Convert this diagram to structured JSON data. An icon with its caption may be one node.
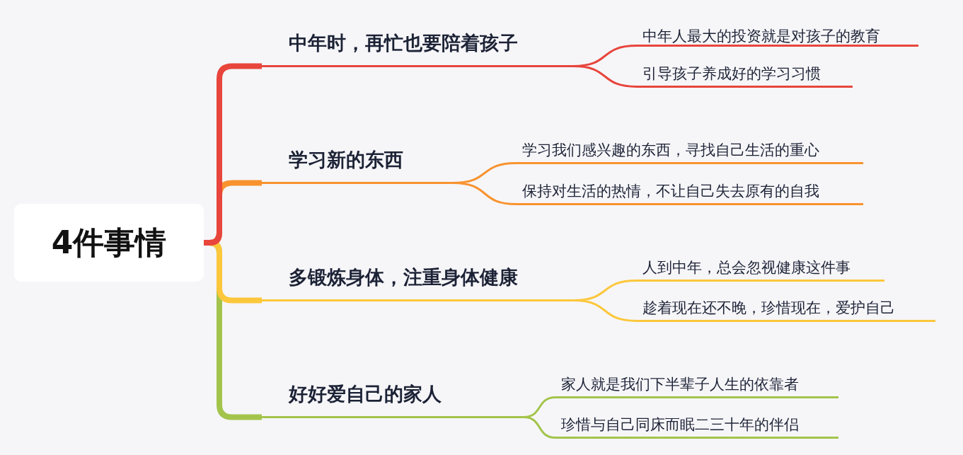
{
  "diagram": {
    "nodes": [
      {
        "text": [
          "4件事情"
        ]
      },
      {
        "text": [
          "中年时，再忙也要陪着孩子"
        ]
      },
      {
        "text": [
          "中年人最大的投资就是对孩子的教育"
        ]
      },
      {
        "text": [
          "引导孩子养成好的学习习惯"
        ]
      },
      {
        "text": [
          "学习新的东西"
        ]
      },
      {
        "text": [
          "学习我们感兴趣的东西，寻找自己生活的重心"
        ]
      },
      {
        "text": [
          "保持对生活的热情，不让自己失去原有的自我"
        ]
      },
      {
        "text": [
          "多锻炼身体，注重身体健康"
        ]
      },
      {
        "text": [
          "人到中年，总会忽视健康这件事"
        ]
      },
      {
        "text": [
          "趁着现在还不晚，珍惜现在，爱护自己"
        ]
      },
      {
        "text": [
          "好好爱自己的家人"
        ]
      },
      {
        "text": [
          "家人就是我们下半辈子人生的依靠者"
        ]
      },
      {
        "text": [
          "珍惜与自己同床而眠二三十年的伴侣"
        ]
      }
    ],
    "edges": [
      {
        "from": 0,
        "to": 1,
        "arrow": "none",
        "style": "thick",
        "color": "#e8453c"
      },
      {
        "from": 0,
        "to": 4,
        "arrow": "none",
        "style": "thick",
        "color": "#f8932f"
      },
      {
        "from": 0,
        "to": 7,
        "arrow": "none",
        "style": "thick",
        "color": "#fcc73b"
      },
      {
        "from": 0,
        "to": 10,
        "arrow": "none",
        "style": "thick",
        "color": "#a3c44b"
      },
      {
        "from": 1,
        "to": 2,
        "arrow": "none",
        "color": "#e8453c"
      },
      {
        "from": 1,
        "to": 3,
        "arrow": "none",
        "color": "#e8453c"
      },
      {
        "from": 4,
        "to": 5,
        "arrow": "none",
        "color": "#f8932f"
      },
      {
        "from": 4,
        "to": 6,
        "arrow": "none",
        "color": "#f8932f"
      },
      {
        "from": 7,
        "to": 8,
        "arrow": "none",
        "color": "#fcc73b"
      },
      {
        "from": 7,
        "to": 9,
        "arrow": "none",
        "color": "#fcc73b"
      },
      {
        "from": 10,
        "to": 11,
        "arrow": "none",
        "color": "#a3c44b"
      },
      {
        "from": 10,
        "to": 12,
        "arrow": "none",
        "color": "#a3c44b"
      }
    ]
  }
}
